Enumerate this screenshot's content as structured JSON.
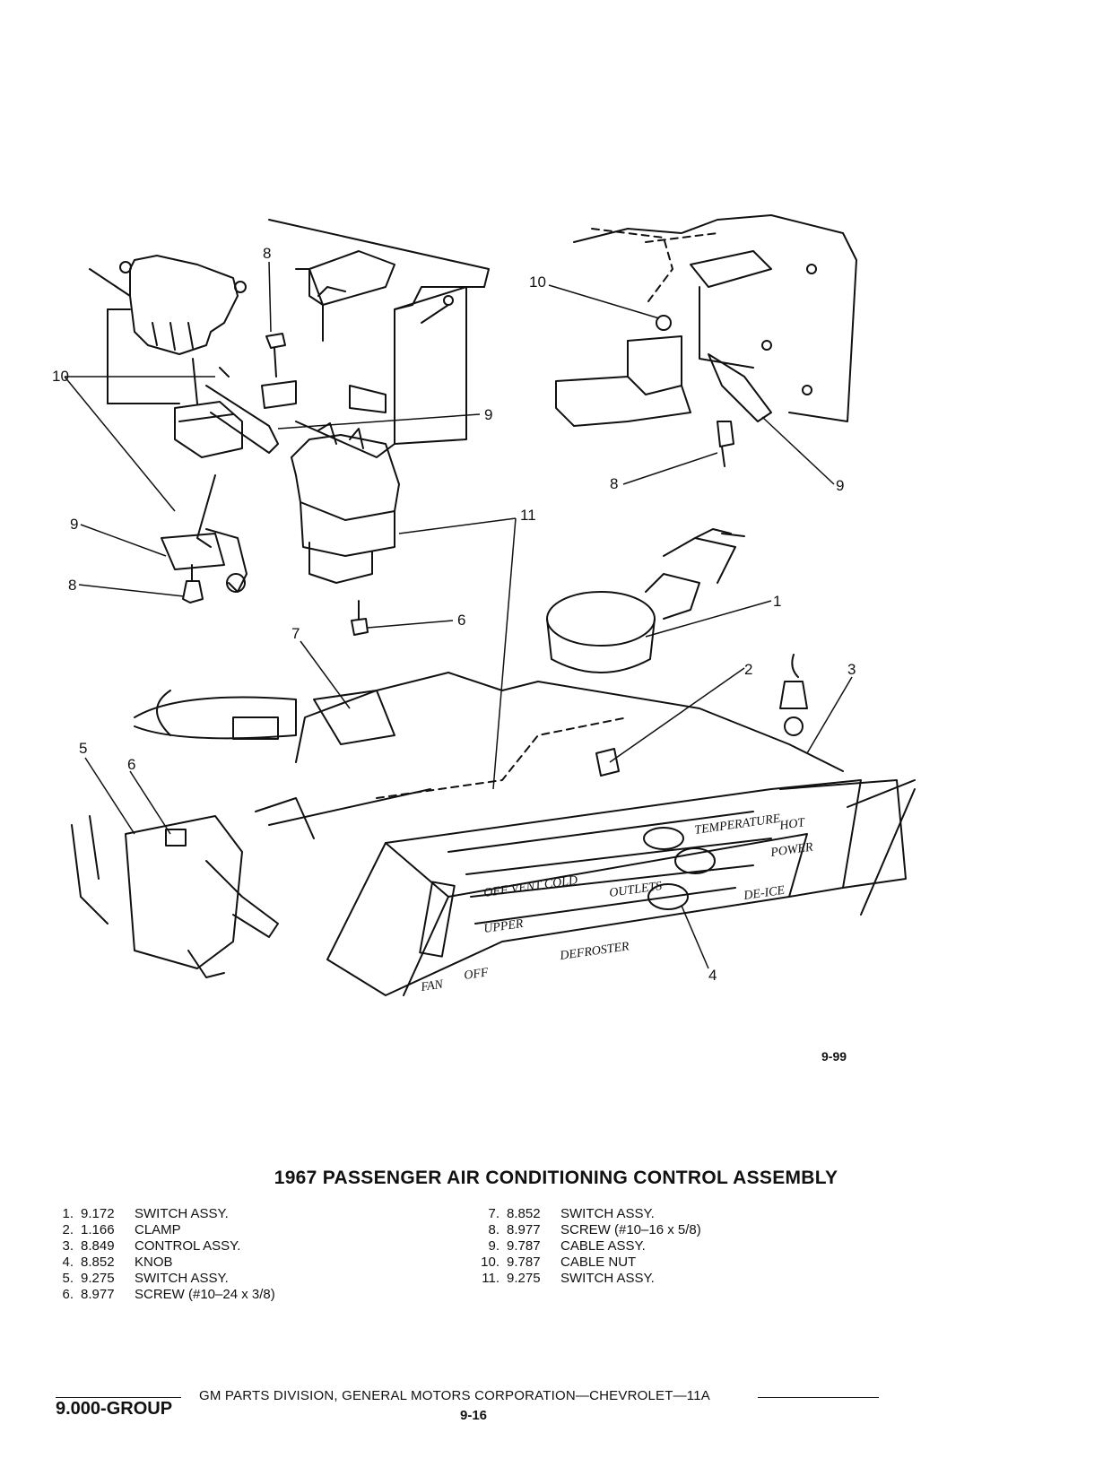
{
  "figure_number": "9-99",
  "title": "1967 PASSENGER AIR CONDITIONING CONTROL ASSEMBLY",
  "callouts": [
    "1",
    "2",
    "3",
    "4",
    "5",
    "6",
    "7",
    "8",
    "9",
    "10",
    "11"
  ],
  "parts_left": [
    {
      "num": "1.",
      "code": "9.172",
      "desc": "SWITCH ASSY."
    },
    {
      "num": "2.",
      "code": "1.166",
      "desc": "CLAMP"
    },
    {
      "num": "3.",
      "code": "8.849",
      "desc": "CONTROL ASSY."
    },
    {
      "num": "4.",
      "code": "8.852",
      "desc": "KNOB"
    },
    {
      "num": "5.",
      "code": "9.275",
      "desc": "SWITCH ASSY."
    },
    {
      "num": "6.",
      "code": "8.977",
      "desc": "SCREW (#10–24 x 3/8)"
    }
  ],
  "parts_right": [
    {
      "num": "7.",
      "code": "8.852",
      "desc": "SWITCH ASSY."
    },
    {
      "num": "8.",
      "code": "8.977",
      "desc": "SCREW (#10–16 x 5/8)"
    },
    {
      "num": "9.",
      "code": "9.787",
      "desc": "CABLE ASSY."
    },
    {
      "num": "10.",
      "code": "9.787",
      "desc": "CABLE NUT"
    },
    {
      "num": "11.",
      "code": "9.275",
      "desc": "SWITCH ASSY."
    }
  ],
  "panel_labels": {
    "temp": "TEMPERATURE",
    "hot": "HOT",
    "off_vent_cold": "OFF  VENT  COLD",
    "power": "POWER",
    "upper": "UPPER",
    "outlets": "OUTLETS",
    "deice": "DE-ICE",
    "defroster": "DEFROSTER",
    "fan": "FAN",
    "off": "OFF"
  },
  "footer": {
    "text": "GM PARTS DIVISION, GENERAL MOTORS CORPORATION—CHEVROLET—11A",
    "group": "9.000-GROUP",
    "page": "9-16"
  }
}
